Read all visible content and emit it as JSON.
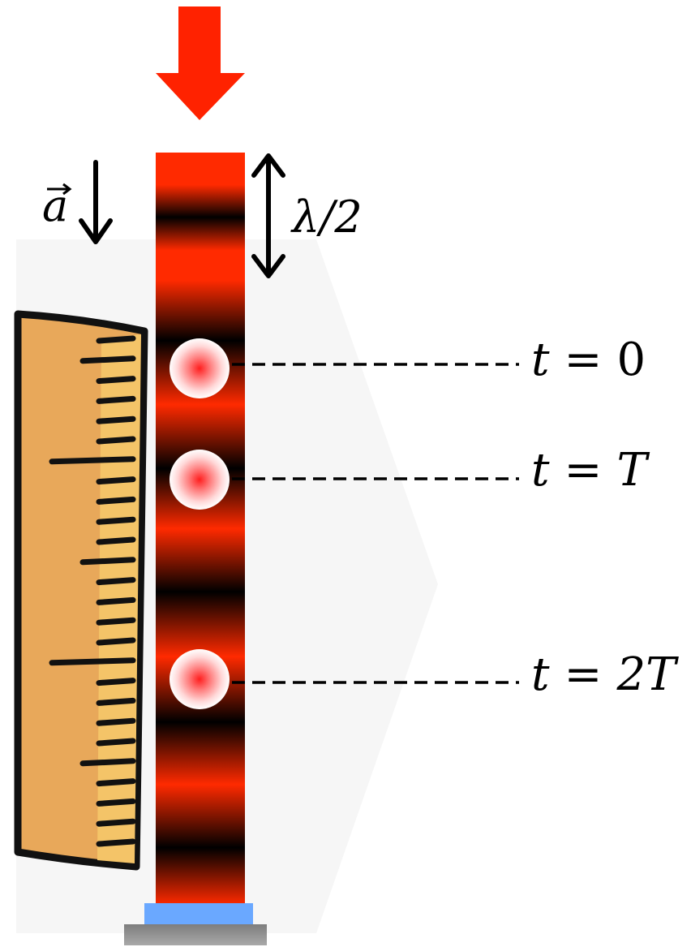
{
  "labels": {
    "acceleration_symbol": "a",
    "half_wavelength": "λ/2",
    "time_zero": {
      "var": "t",
      "eq": "=",
      "val": "0"
    },
    "time_T": {
      "var": "t",
      "eq": "=",
      "val": "T"
    },
    "time_2T": {
      "var": "t",
      "eq": "=",
      "val": "2T"
    }
  },
  "colors": {
    "laser_arrow": "#ff2200",
    "beam_red": "#ff2a00",
    "beam_dark": "#000000",
    "atom_core": "#ff2a2a",
    "mirror": "#6aa8ff",
    "base": "#9a9a9a",
    "ruler_fill": "#e8a85a",
    "ruler_stripe": "#f4c468",
    "ruler_ink": "#111111"
  },
  "icons": {
    "laser_arrow": "down-arrow-icon",
    "acceleration_arrow": "down-arrow-icon",
    "half_wavelength_arrow": "double-headed-arrow-icon",
    "ruler": "ruler-icon"
  }
}
